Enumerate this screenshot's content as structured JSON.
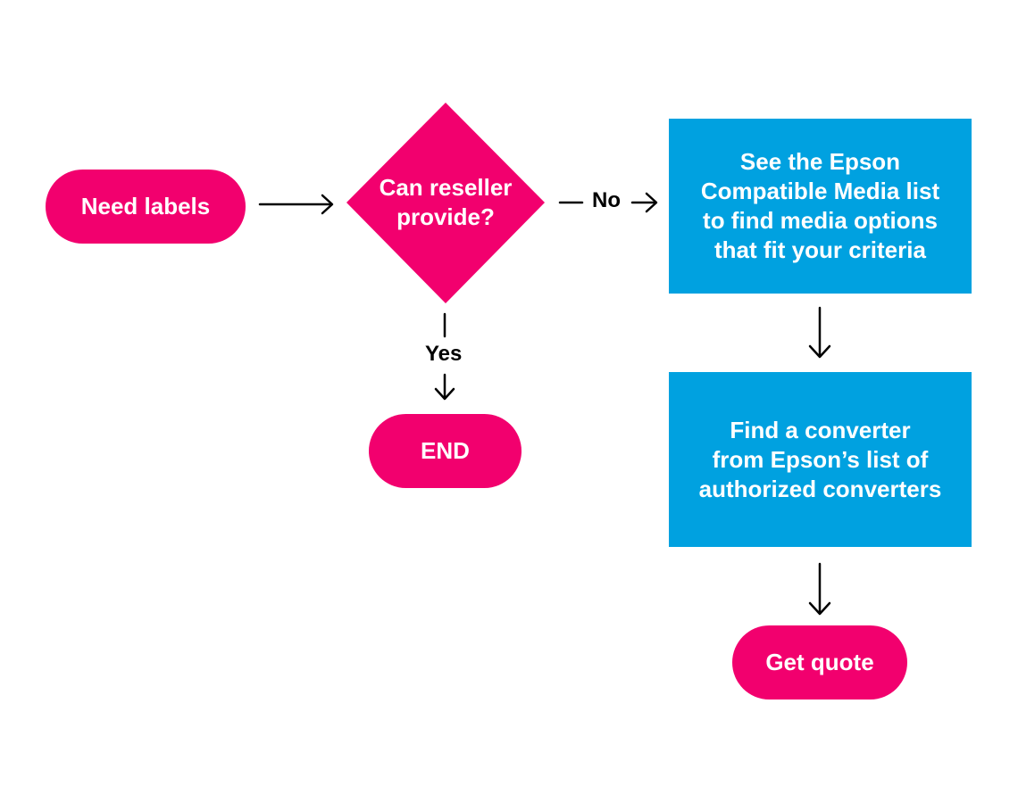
{
  "colors": {
    "terminal": "#f2006e",
    "decision": "#f2006e",
    "process": "#00a1e0",
    "text": "#ffffff",
    "arrow": "#000000"
  },
  "nodes": {
    "start": "Need labels",
    "decision": "Can reseller\nprovide?",
    "end": "END",
    "process_media": "See the Epson\nCompatible Media list\nto find media options\nthat fit your criteria",
    "process_converter": "Find a converter\nfrom Epson’s list of\nauthorized converters",
    "get_quote": "Get quote"
  },
  "edges": {
    "no_label": "No",
    "yes_label": "Yes"
  }
}
